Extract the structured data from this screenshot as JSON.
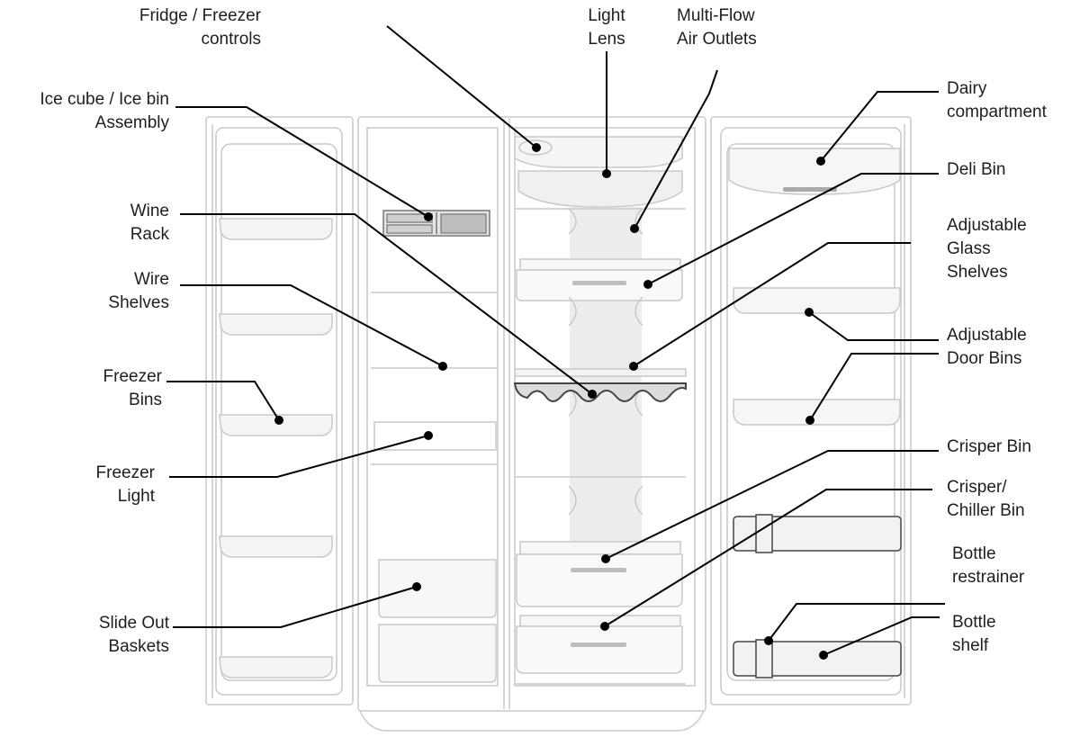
{
  "colors": {
    "outline": "#c9c9c9",
    "shading": "#ebebeb",
    "leader": "#000000",
    "text": "#1e1e1e"
  },
  "labels": {
    "fridge_freezer_controls": [
      "Fridge / Freezer",
      "controls"
    ],
    "light_lens": [
      "Light",
      "Lens"
    ],
    "multi_flow_air_outlets": [
      "Multi-Flow",
      "Air Outlets"
    ],
    "ice_cube_bin_assembly": [
      "Ice cube / Ice bin",
      "Assembly"
    ],
    "dairy_compartment": [
      "Dairy",
      "compartment"
    ],
    "deli_bin": [
      "Deli Bin"
    ],
    "wine_rack": [
      "Wine",
      "Rack"
    ],
    "adjustable_glass_shelves": [
      "Adjustable",
      "Glass",
      "Shelves"
    ],
    "wire_shelves": [
      "Wire",
      "Shelves"
    ],
    "adjustable_door_bins": [
      "Adjustable",
      "Door Bins"
    ],
    "freezer_bins": [
      "Freezer",
      "Bins"
    ],
    "freezer_light": [
      "Freezer",
      "Light"
    ],
    "crisper_bin": [
      "Crisper Bin"
    ],
    "crisper_chiller_bin": [
      "Crisper/",
      "Chiller Bin"
    ],
    "bottle_restrainer": [
      "Bottle",
      "restrainer"
    ],
    "slide_out_baskets": [
      "Slide Out",
      "Baskets"
    ],
    "bottle_shelf": [
      "Bottle",
      "shelf"
    ]
  }
}
